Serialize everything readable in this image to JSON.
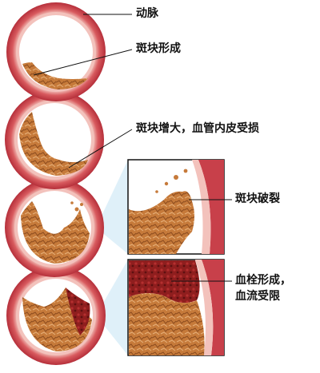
{
  "labels": {
    "artery": "动脉",
    "plaque_formed": "斑块形成",
    "plaque_enlarged": "斑块增大，血管内皮受损",
    "plaque_rupture": "斑块破裂",
    "thrombus_line1": "血栓形成，",
    "thrombus_line2": "血流受限"
  },
  "colors": {
    "wall_outer": "#c8404a",
    "wall_inner": "#f3c2bc",
    "lumen": "#ffffff",
    "plaque": "#c67a3a",
    "plaque_dark": "#8a4a1e",
    "thrombus": "#8f1e1e",
    "zoom_panel": "#d7ecf7"
  }
}
